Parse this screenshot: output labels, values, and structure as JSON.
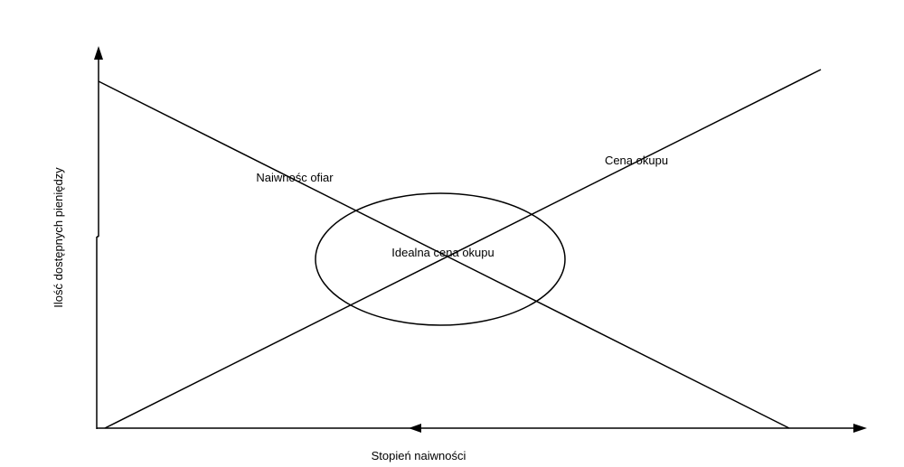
{
  "diagram": {
    "y_axis_label": "Ilość dostępnych pieniędzy",
    "x_axis_label": "Stopień naiwności",
    "line_victim_naivety": "Naiwnośc ofiar",
    "line_ransom_price": "Cena okupu",
    "ellipse_label": "Idealna cena okupu",
    "stroke_color": "#000000",
    "background_color": "#ffffff"
  }
}
